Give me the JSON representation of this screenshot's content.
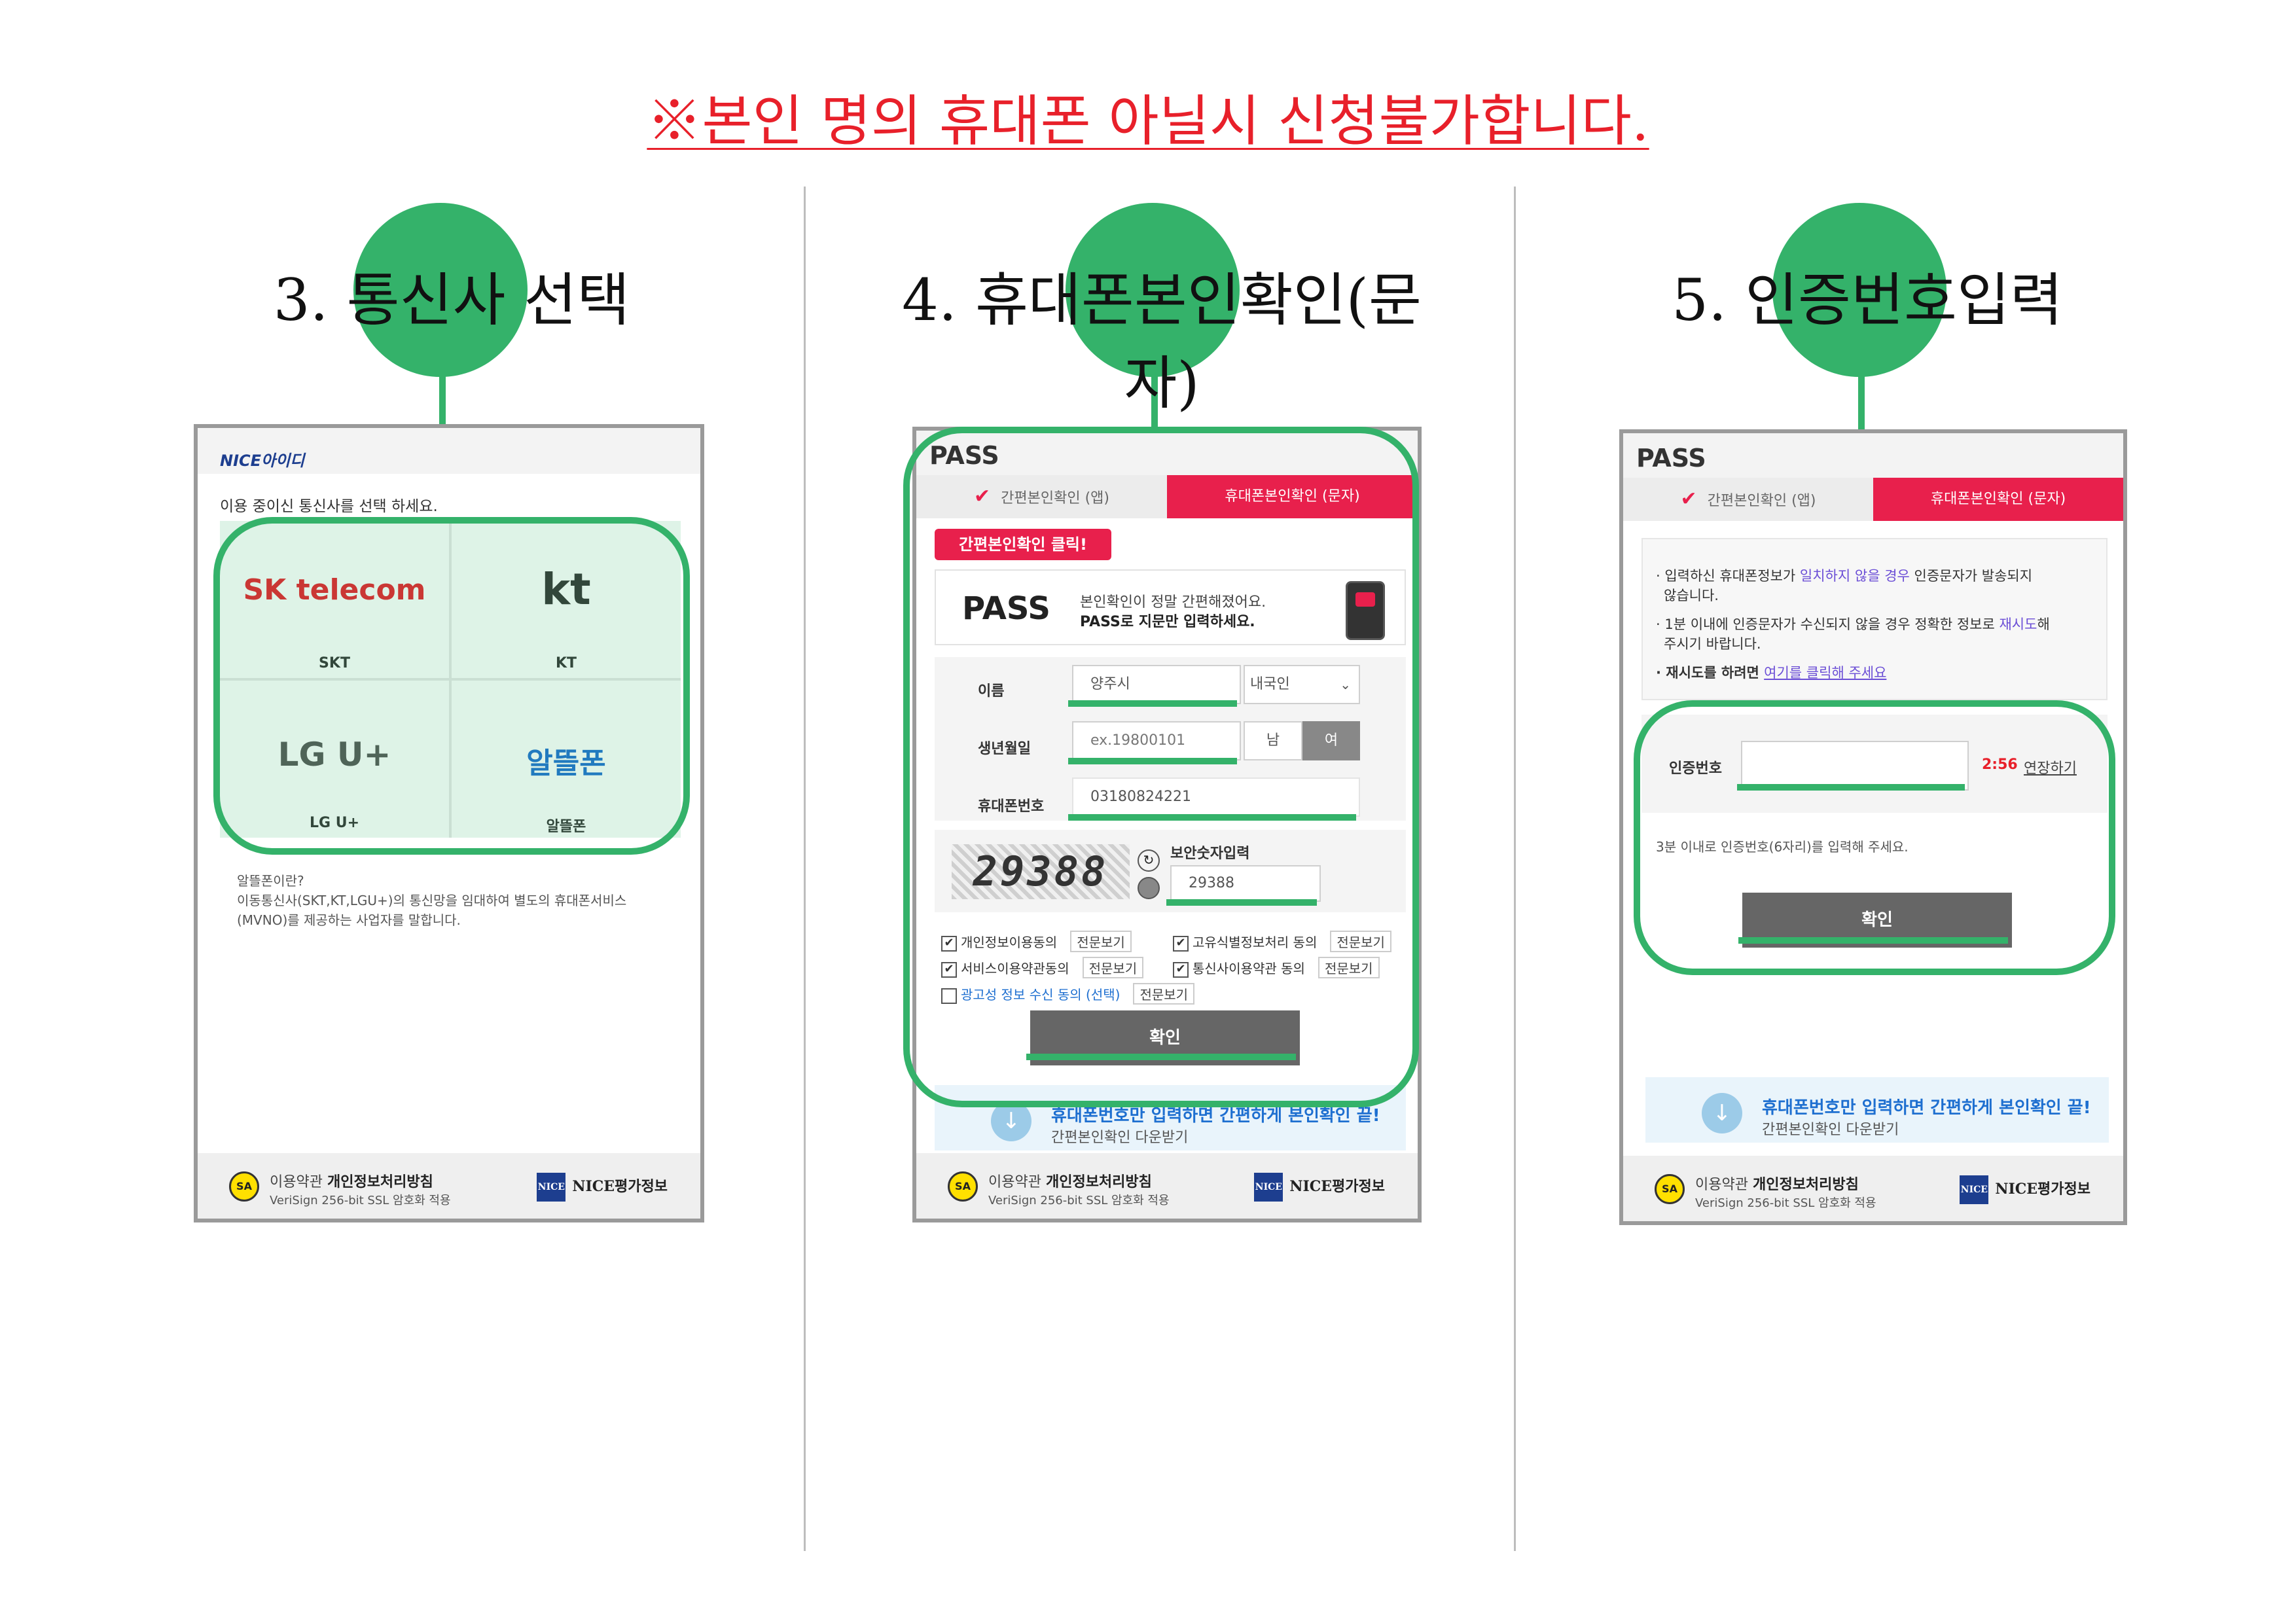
{
  "notice": "※본인 명의 휴대폰 아닐시 신청불가합니다.",
  "steps": [
    {
      "title": "3. 통신사 선택"
    },
    {
      "title": "4. 휴대폰본인확인(문자)"
    },
    {
      "title": "5. 인증번호입력"
    }
  ],
  "carrier_screen": {
    "logo": "NICE아이디",
    "instruction": "이용 중이신 통신사를 선택 하세요.",
    "carriers": [
      {
        "logo": "SK telecom",
        "label": "SKT"
      },
      {
        "logo": "kt",
        "label": "KT"
      },
      {
        "logo": "LG U+",
        "label": "LG U+"
      },
      {
        "logo": "알뜰폰",
        "label": "알뜰폰"
      }
    ],
    "note_title": "알뜰폰이란?",
    "note_body_1": "이동통신사(SKT,KT,LGU+)의 통신망을 임대하여 별도의 휴대폰서비스",
    "note_body_2": "(MVNO)를 제공하는 사업자를 말합니다."
  },
  "footer": {
    "terms": "이용약관",
    "privacy": "개인정보처리방침",
    "ssl": "VeriSign 256-bit SSL 암호화 적용",
    "brand": "NICE평가정보"
  },
  "sms_screen": {
    "header": "PASS",
    "tab_app": "간편본인확인 (앱)",
    "tab_sms": "휴대폰본인확인 (문자)",
    "badge": "간편본인확인 클릭!",
    "pass_logo": "PASS",
    "pass_text_1": "본인확인이 정말 간편해졌어요.",
    "pass_text_2": "PASS로 지문만 입력하세요.",
    "name_label": "이름",
    "name_value": "양주시",
    "nationality": "내국인",
    "birth_label": "생년월일",
    "birth_placeholder": "ex.19800101",
    "male": "남",
    "female": "여",
    "phone_label": "휴대폰번호",
    "phone_value": "03180824221",
    "captcha_text": "29388",
    "security_label": "보안숫자입력",
    "security_value": "29388",
    "agreements": [
      {
        "text": "개인정보이용동의",
        "checked": true
      },
      {
        "text": "고유식별정보처리 동의",
        "checked": true
      },
      {
        "text": "서비스이용약관동의",
        "checked": true
      },
      {
        "text": "통신사이용약관 동의",
        "checked": true
      },
      {
        "text": "광고성 정보 수신 동의 (선택)",
        "checked": false
      }
    ],
    "view_full": "전문보기",
    "confirm": "확인",
    "promo_title": "휴대폰번호만 입력하면 간편하게 본인확인 끝!",
    "promo_sub": "간편본인확인 다운받기"
  },
  "code_screen": {
    "header": "PASS",
    "tab_app": "간편본인확인 (앱)",
    "tab_sms": "휴대폰본인확인 (문자)",
    "info_1a": "입력하신 휴대폰정보가 ",
    "info_1b": "일치하지 않을 경우",
    "info_1c": " 인증문자가 발송되지",
    "info_1d": "않습니다.",
    "info_2a": "1분 이내에 인증문자가 수신되지 않을 경우 정확한 정보로 ",
    "info_2b": "재시도",
    "info_2c": "해",
    "info_2d": "주시기 바랍니다.",
    "info_3a": "재시도를 하려면 ",
    "info_3b": "여기를 클릭해 주세요",
    "code_label": "인증번호",
    "timer": "2:56",
    "extend": "연장하기",
    "hint": "3분 이내로 인증번호(6자리)를 입력해 주세요.",
    "confirm": "확인",
    "promo_title": "휴대폰번호만 입력하면 간편하게 본인확인 끝!",
    "promo_sub": "간편본인확인 다운받기"
  },
  "colors": {
    "accent": "#34b26a",
    "pink": "#e8204c",
    "notice": "#e8202a"
  }
}
